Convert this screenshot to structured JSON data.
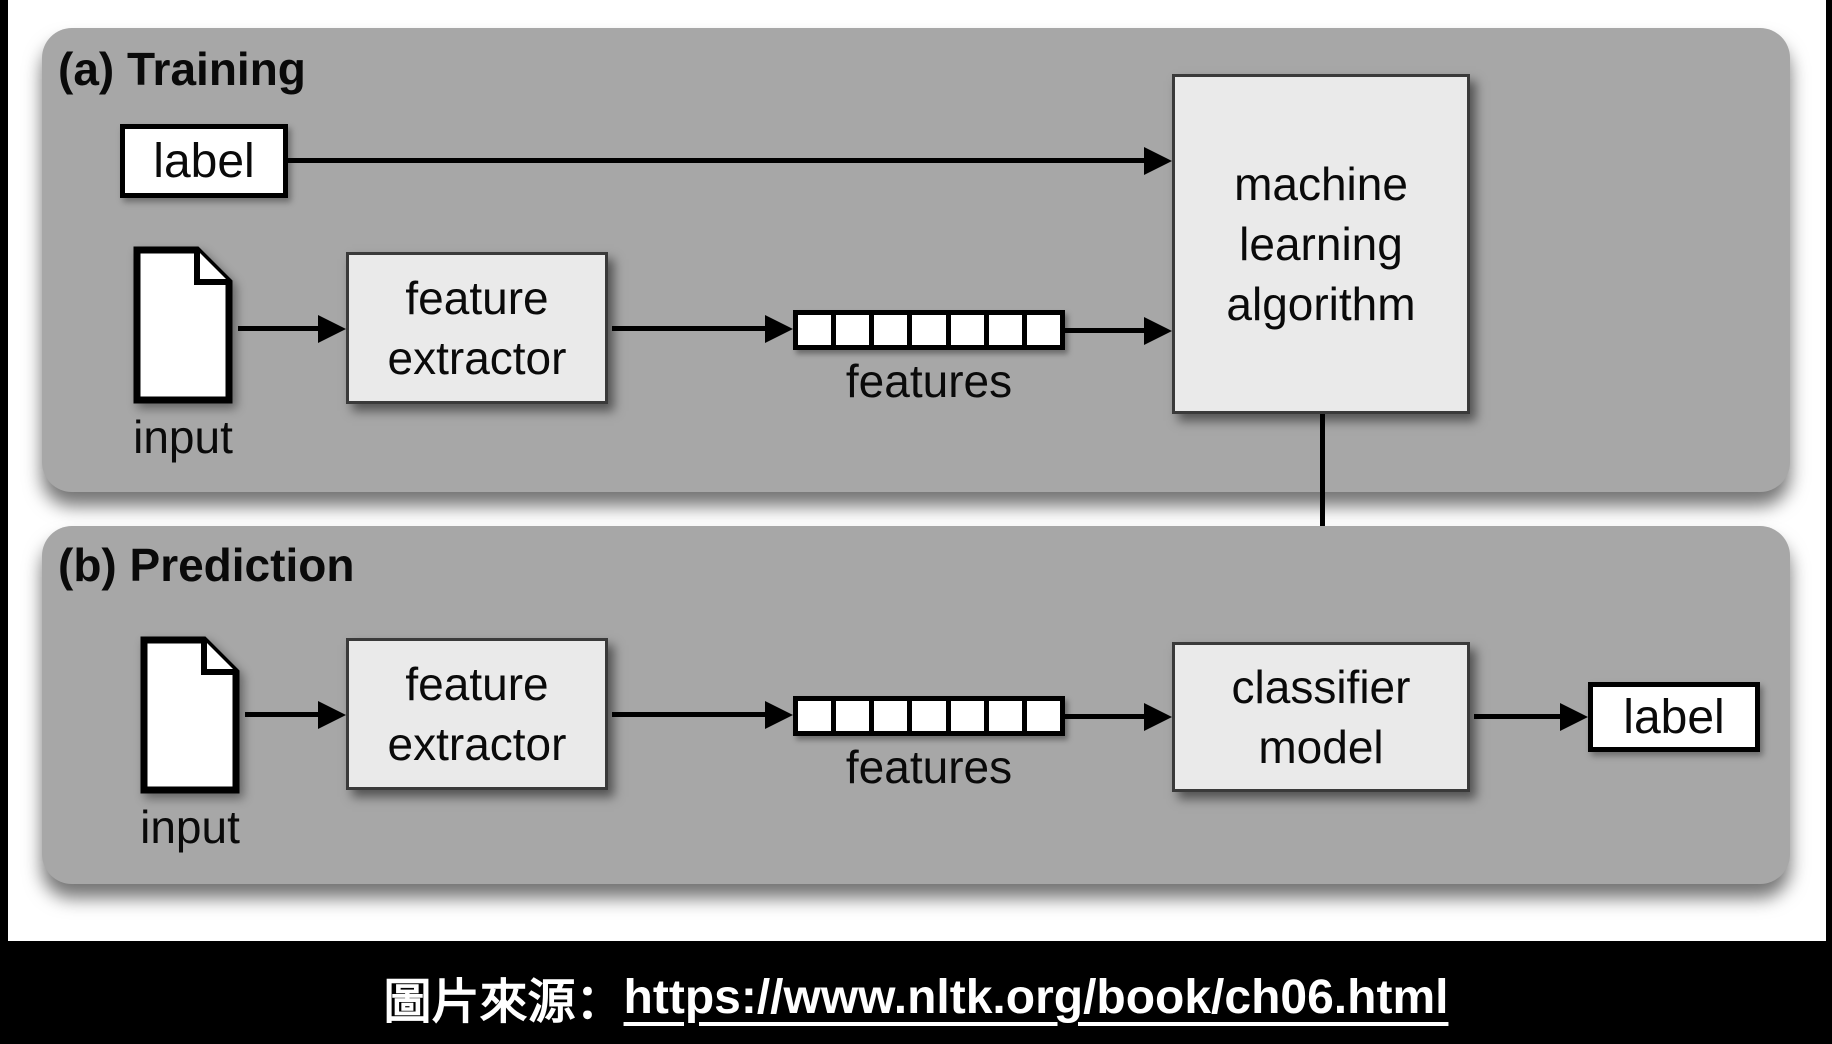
{
  "colors": {
    "background": "#000000",
    "diagram_canvas": "#ffffff",
    "panel_fill": "#a7a7a7",
    "process_box_fill": "#eaeaea",
    "white_box_fill": "#ffffff",
    "line_color": "#000000",
    "caption_text": "#ffffff"
  },
  "panel_a": {
    "title": "(a) Training",
    "label_box": "label",
    "input_icon": "document",
    "input_label": "input",
    "extractor_lines": [
      "feature",
      "extractor"
    ],
    "features_label": "features",
    "feature_cell_count": 7,
    "algorithm_lines": [
      "machine",
      "learning",
      "algorithm"
    ]
  },
  "panel_b": {
    "title": "(b) Prediction",
    "input_icon": "document",
    "input_label": "input",
    "extractor_lines": [
      "feature",
      "extractor"
    ],
    "features_label": "features",
    "feature_cell_count": 7,
    "classifier_lines": [
      "classifier",
      "model"
    ],
    "label_box": "label"
  },
  "caption": {
    "prefix": "圖片來源：",
    "url": "https://www.nltk.org/book/ch06.html"
  }
}
